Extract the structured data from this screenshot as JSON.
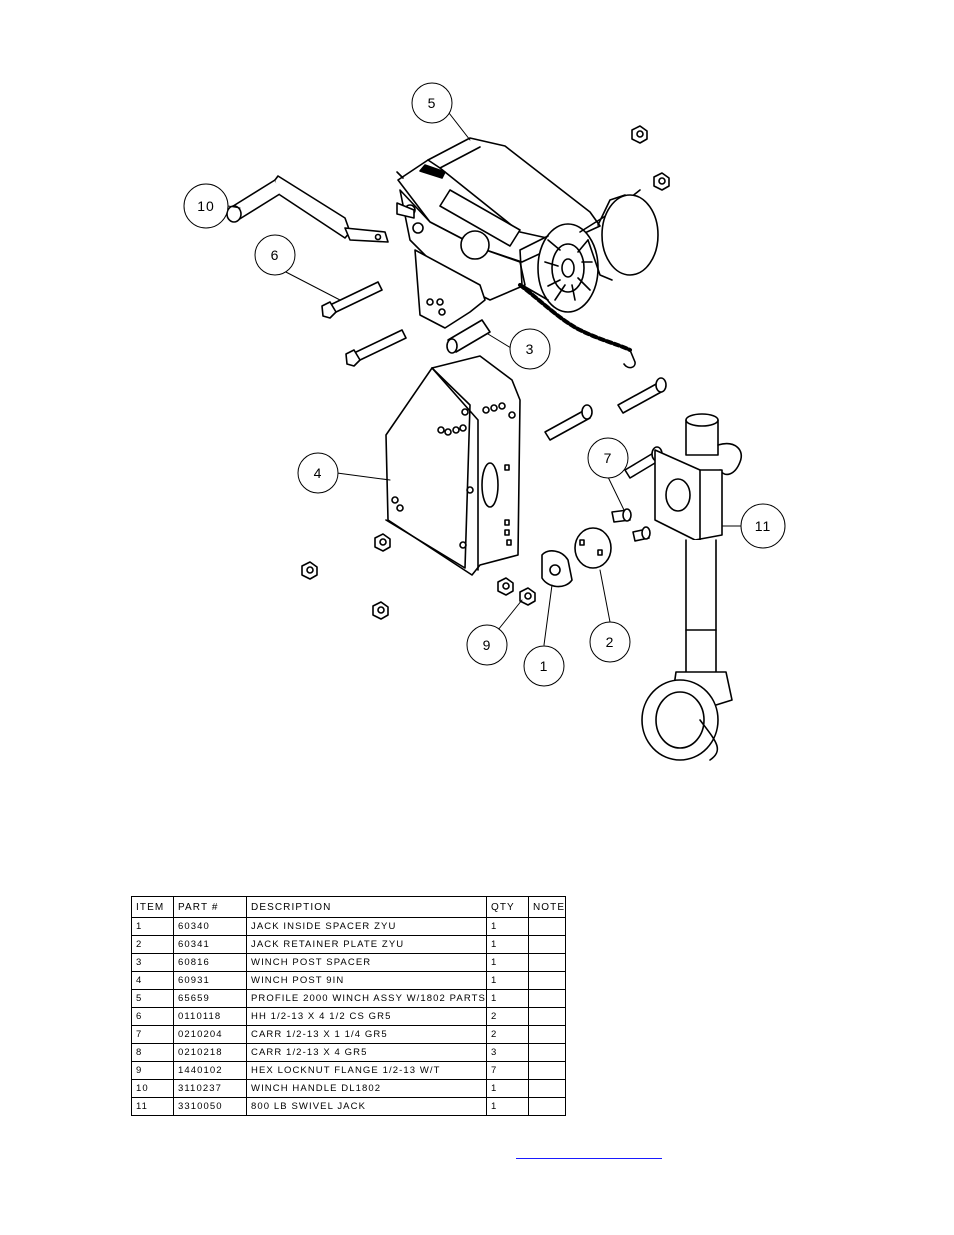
{
  "callouts": [
    "1",
    "2",
    "3",
    "4",
    "5",
    "6",
    "7",
    "9",
    "10",
    "11"
  ],
  "table": {
    "headers": [
      "ITEM",
      "PART #",
      "DESCRIPTION",
      "QTY",
      "NOTE"
    ],
    "rows": [
      [
        "1",
        "60340",
        "JACK INSIDE SPACER ZYU",
        "1",
        ""
      ],
      [
        "2",
        "60341",
        "JACK RETAINER PLATE ZYU",
        "1",
        ""
      ],
      [
        "3",
        "60816",
        "WINCH POST SPACER",
        "1",
        ""
      ],
      [
        "4",
        "60931",
        "WINCH POST 9IN",
        "1",
        ""
      ],
      [
        "5",
        "65659",
        "PROFILE 2000 WINCH ASSY W/1802 PARTS",
        "1",
        ""
      ],
      [
        "6",
        "0110118",
        "HH 1/2-13 X 4 1/2 CS GR5",
        "2",
        ""
      ],
      [
        "7",
        "0210204",
        "CARR 1/2-13 X 1 1/4 GR5",
        "2",
        ""
      ],
      [
        "8",
        "0210218",
        "CARR 1/2-13 X 4 GR5",
        "3",
        ""
      ],
      [
        "9",
        "1440102",
        "HEX LOCKNUT FLANGE 1/2-13 W/T",
        "7",
        ""
      ],
      [
        "10",
        "3110237",
        "WINCH HANDLE  DL1802",
        "1",
        ""
      ],
      [
        "11",
        "3310050",
        "800 LB SWIVEL JACK",
        "1",
        ""
      ]
    ]
  }
}
